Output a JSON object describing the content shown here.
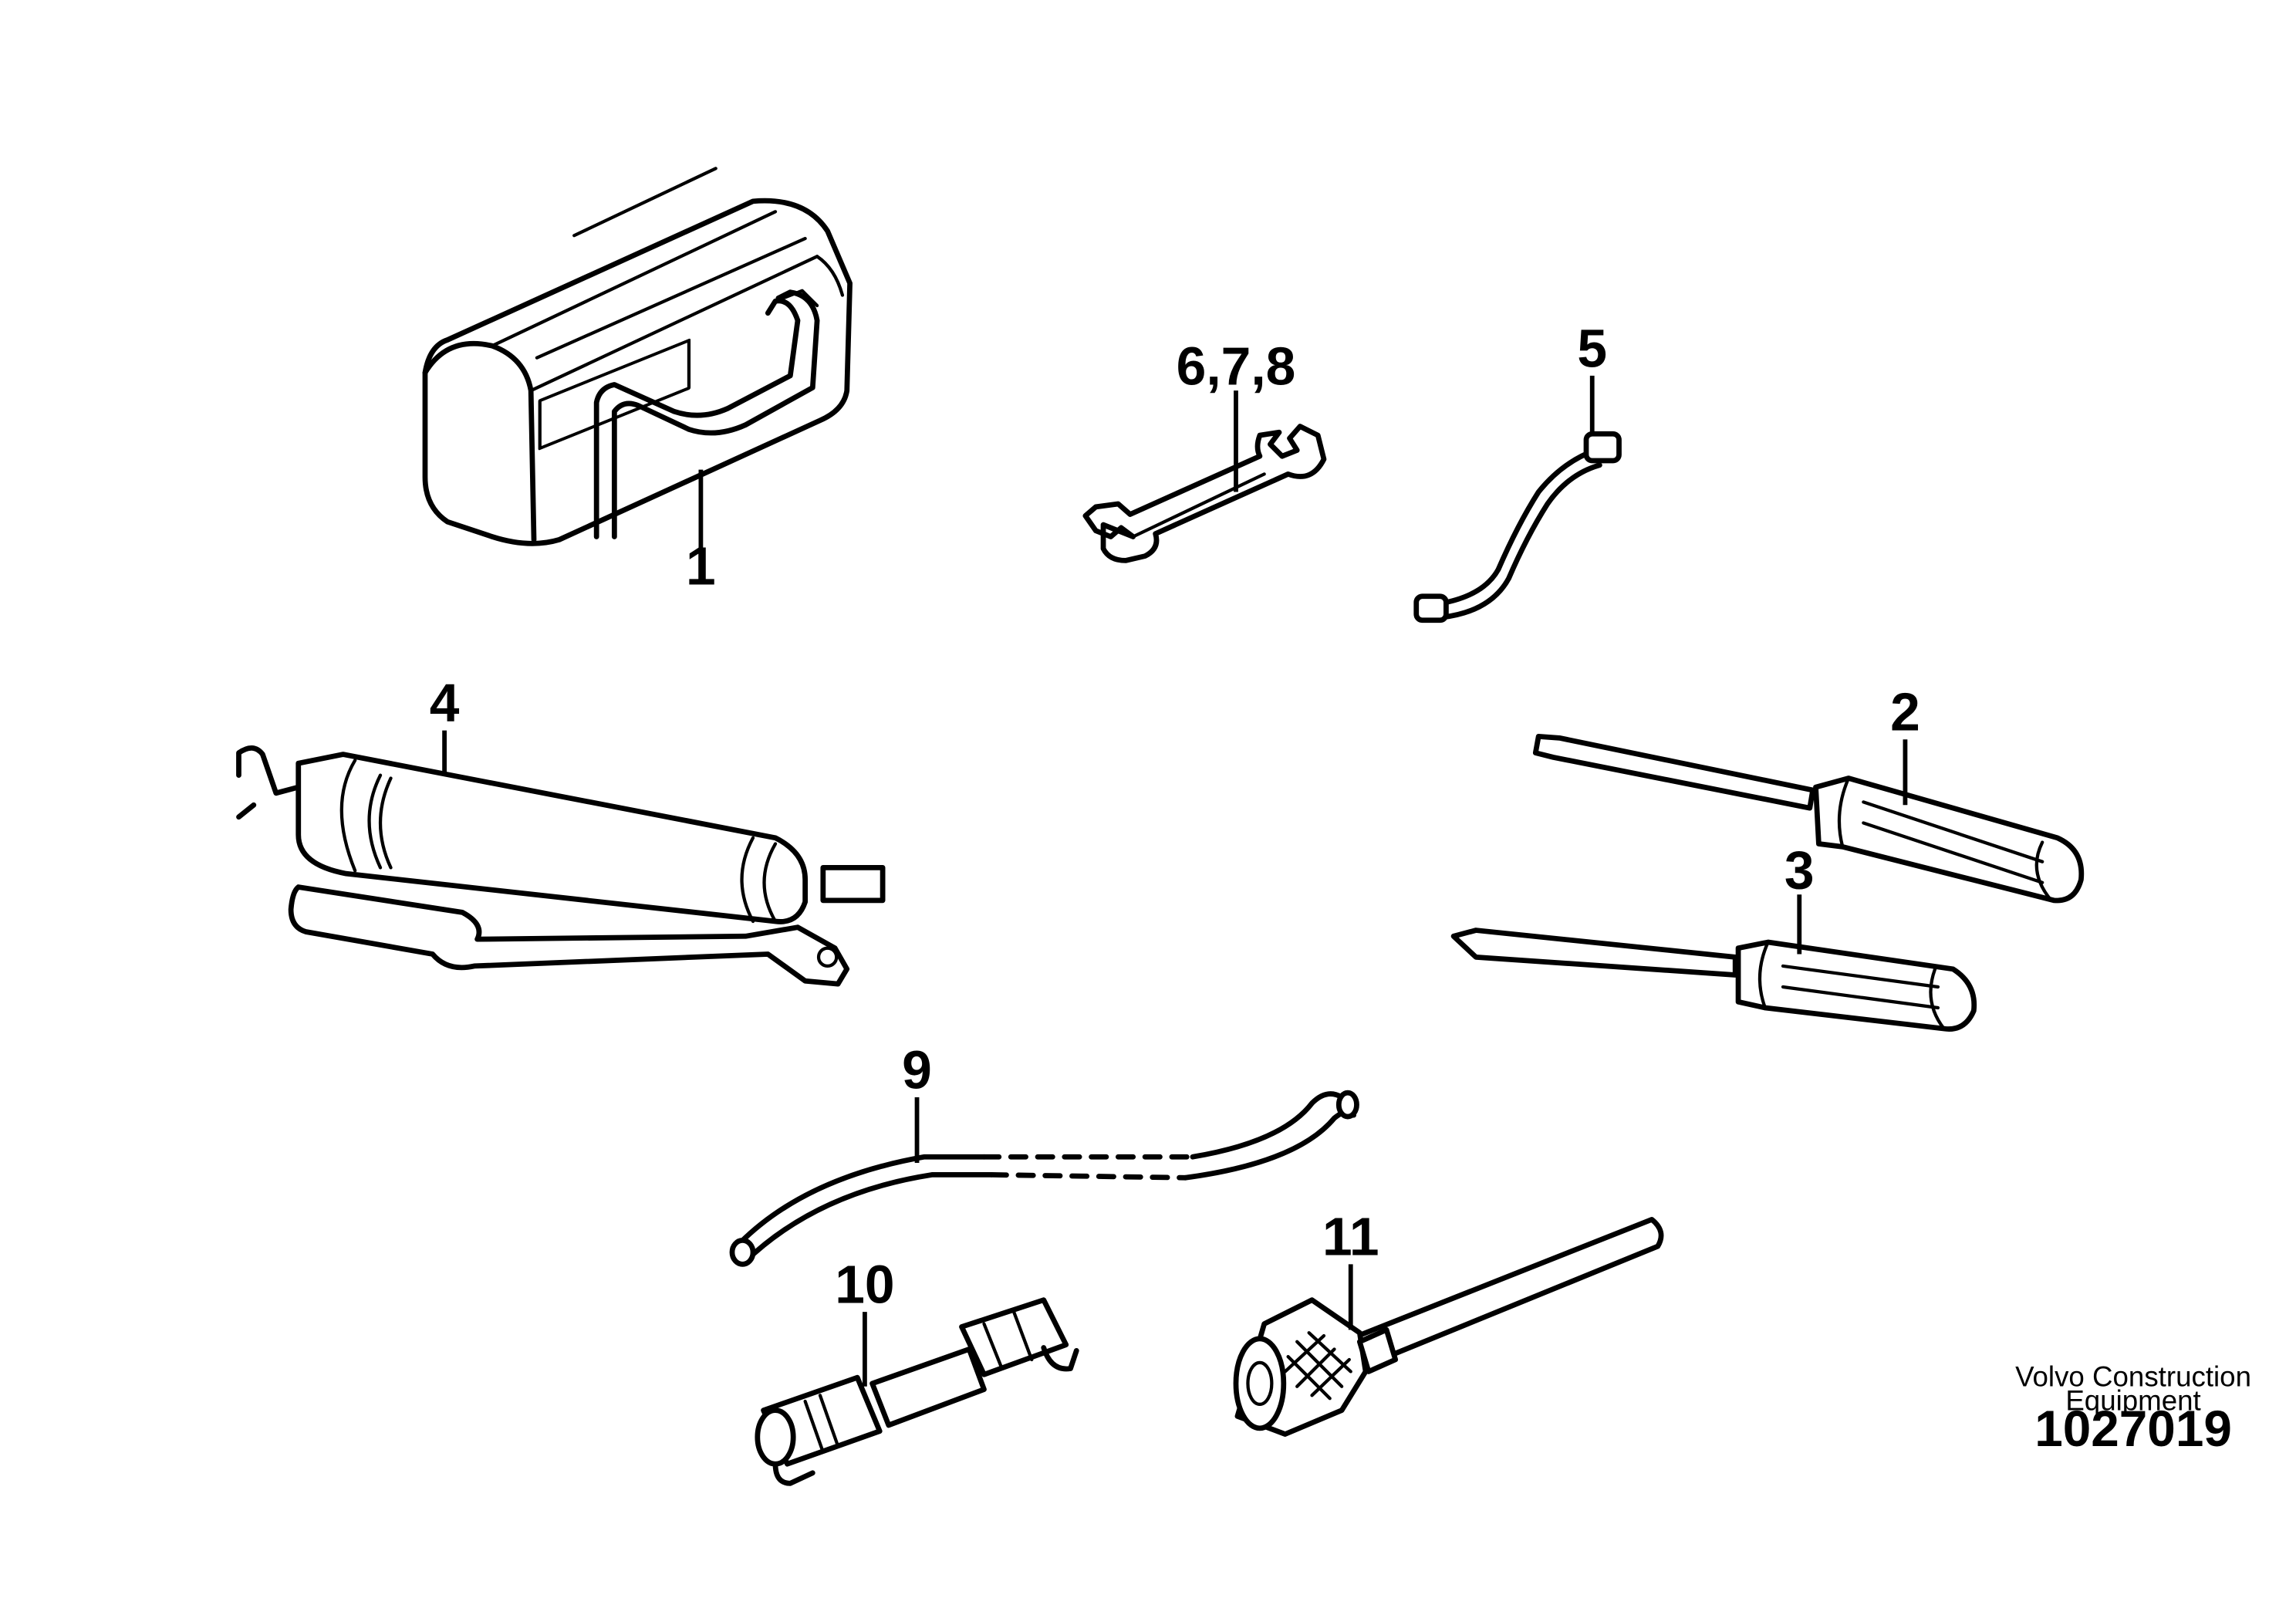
{
  "callouts": {
    "c1": "1",
    "c2": "2",
    "c3": "3",
    "c4": "4",
    "c5": "5",
    "c678": "6,7,8",
    "c9": "9",
    "c10": "10",
    "c11": "11"
  },
  "brand": {
    "line1": "Volvo Construction",
    "line2": "Equipment"
  },
  "illustration_number": "1027019"
}
